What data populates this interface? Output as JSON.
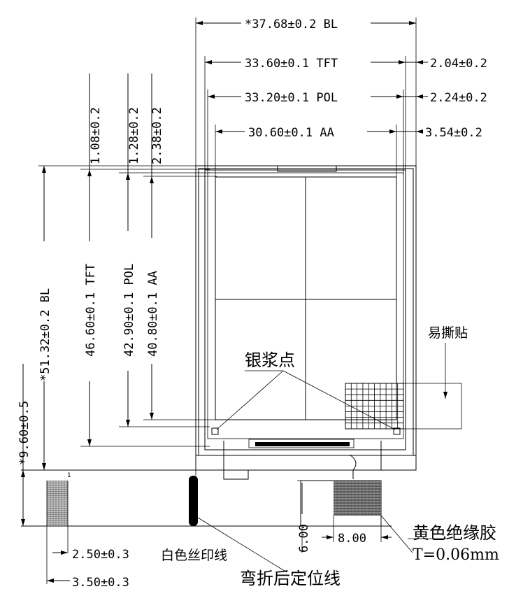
{
  "dimensions": {
    "bl_width": "*37.68±0.2 BL",
    "tft_width": "33.60±0.1 TFT",
    "tft_offset": "2.04±0.2",
    "pol_width": "33.20±0.1 POL",
    "pol_offset": "2.24±0.2",
    "aa_width": "30.60±0.1 AA",
    "aa_offset": "3.54±0.2",
    "top_tft": "1.08±0.2",
    "top_pol": "1.28±0.2",
    "top_aa": "2.38±0.2",
    "bl_height": "*51.32±0.2 BL",
    "tft_height": "46.60±0.1 TFT",
    "pol_height": "42.90±0.1 POL",
    "aa_height": "40.80±0.1 AA",
    "fpc_offset": "*9.60±0.5",
    "silk_offset": "2.50±0.3",
    "fpc_edge": "3.50±0.3",
    "tape_width": "8.00",
    "tape_height": "6.00"
  },
  "labels": {
    "easy_peel": "易撕贴",
    "silver_dot": "银浆点",
    "white_silk": "白色丝印线",
    "bend_line": "弯折后定位线",
    "yellow_tape": "黄色绝缘胶",
    "tape_thickness": "T=0.06mm",
    "fpc_mark": "1"
  }
}
